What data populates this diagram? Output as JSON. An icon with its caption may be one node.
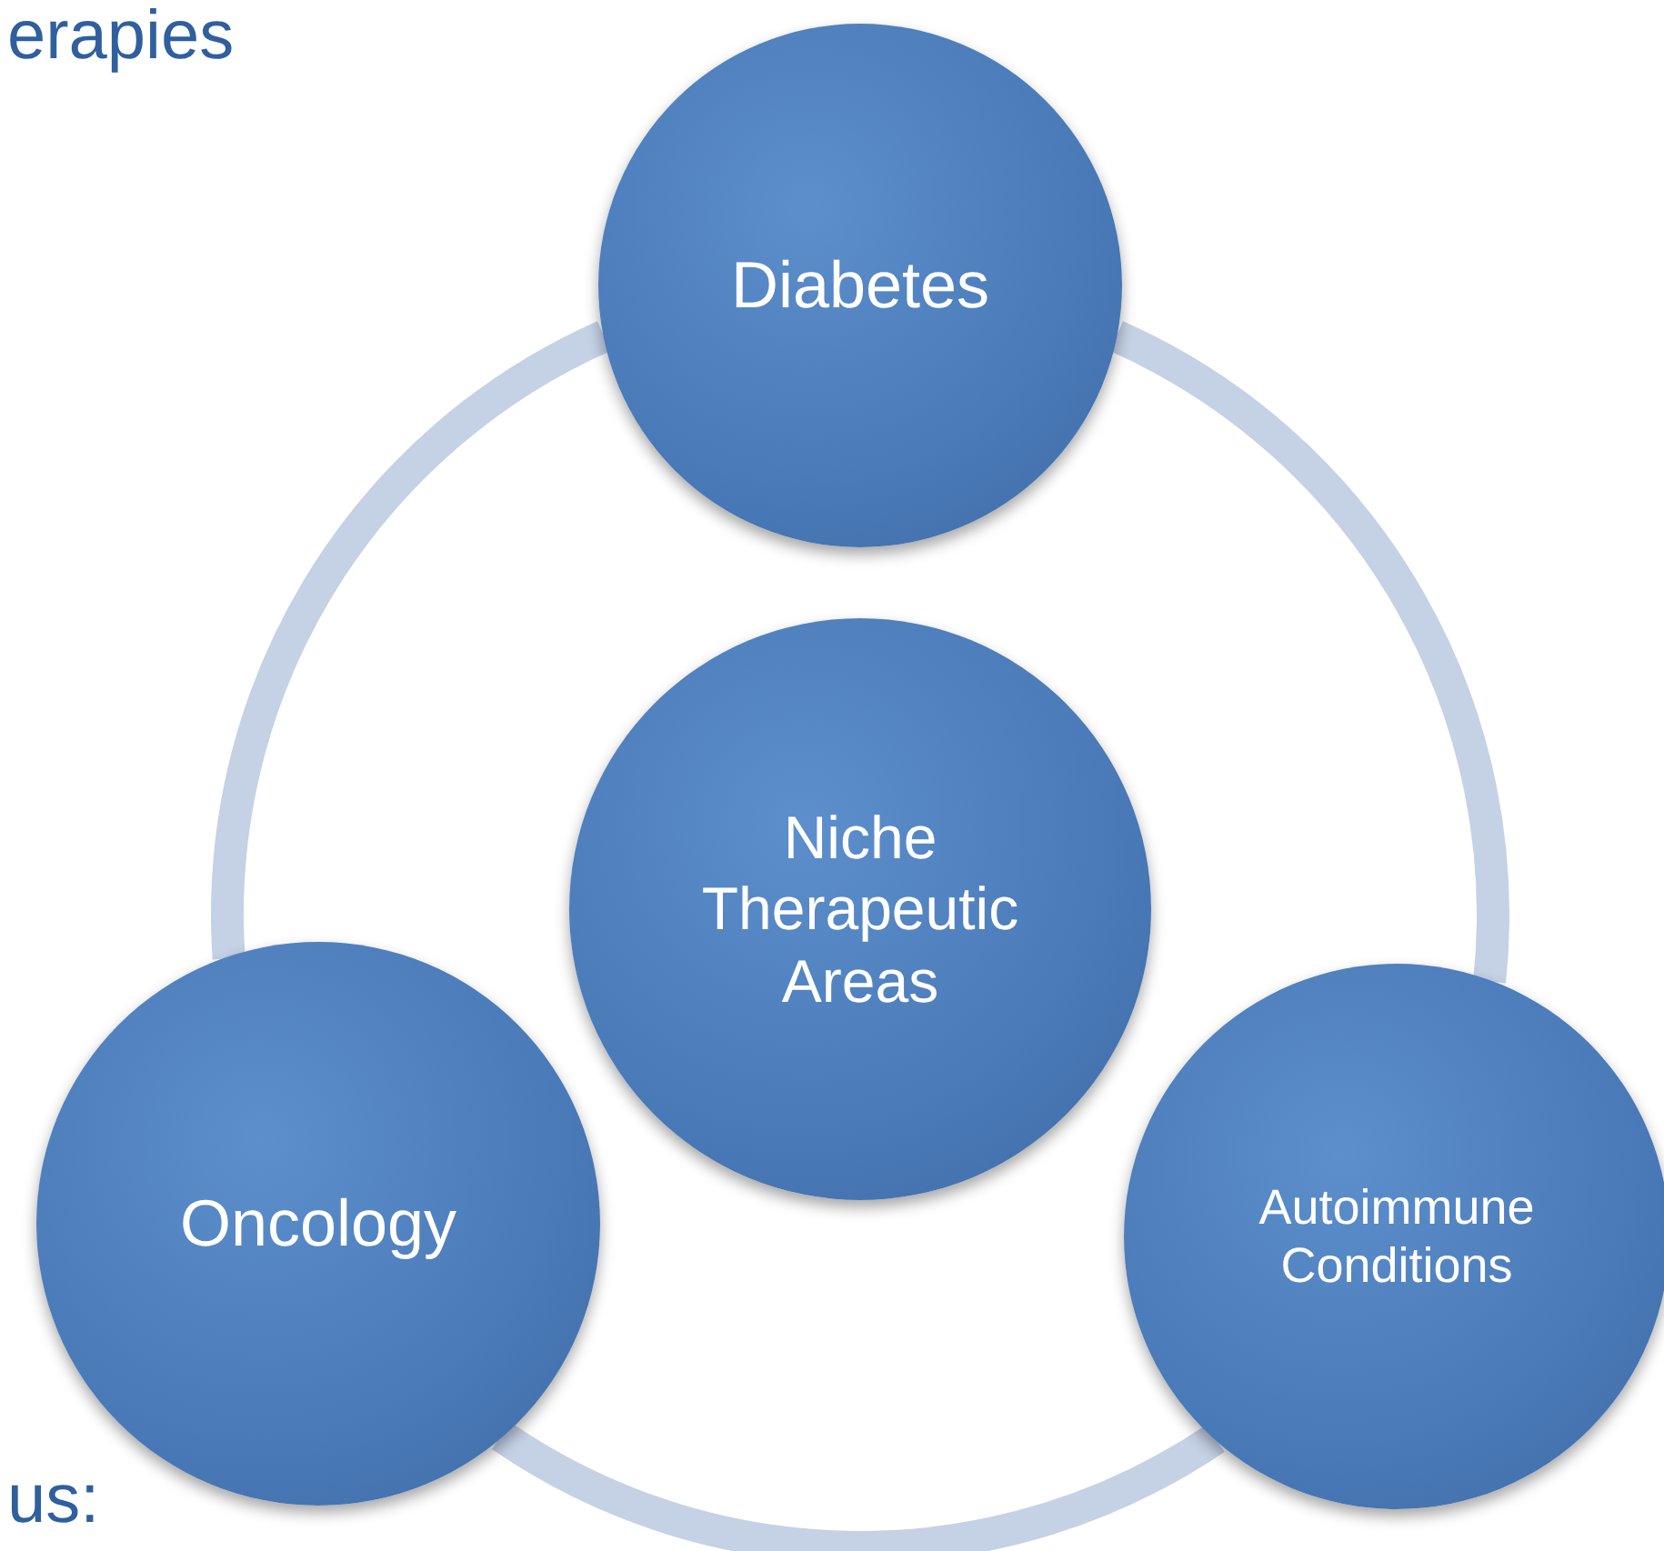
{
  "diagram": {
    "nodes": [
      {
        "text": [
          "Diabetes"
        ]
      },
      {
        "text": [
          "Niche Therapeutic Areas"
        ]
      },
      {
        "text": [
          "Oncology"
        ]
      },
      {
        "text": [
          "Autoimmune Conditions"
        ]
      }
    ],
    "edges": [
      {
        "from": 0,
        "to": 3,
        "arrow": "none"
      },
      {
        "from": 3,
        "to": 2,
        "arrow": "none"
      },
      {
        "from": 2,
        "to": 0,
        "arrow": "none"
      }
    ],
    "labels": [
      "erapies",
      "us:"
    ]
  }
}
